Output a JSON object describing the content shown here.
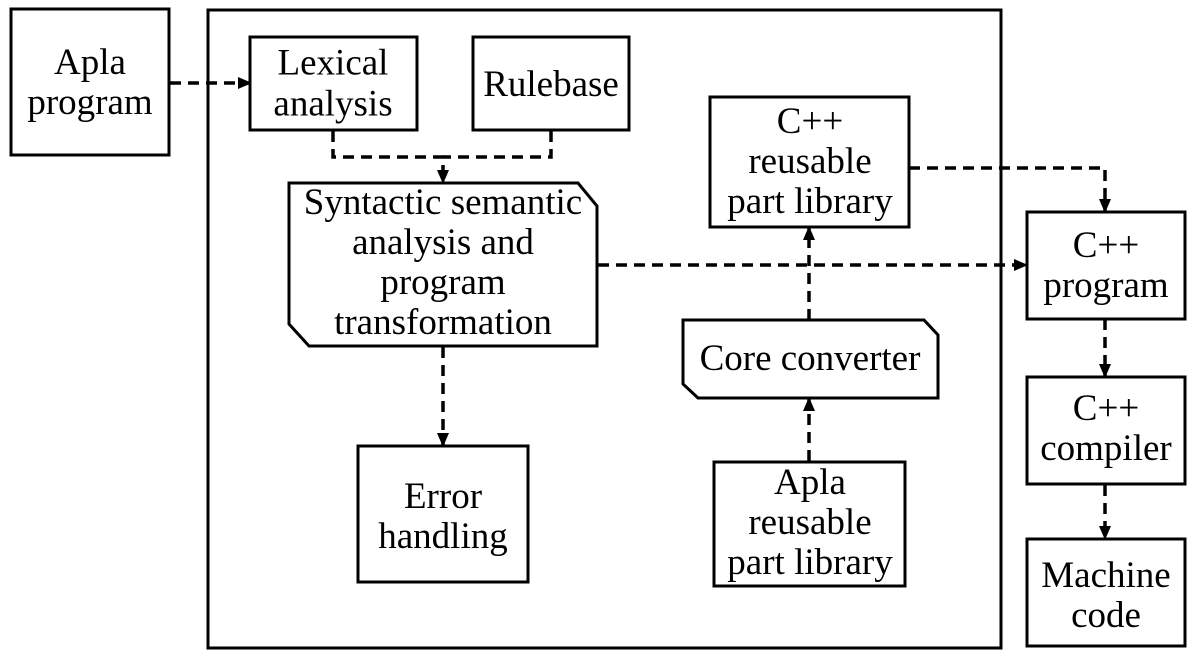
{
  "nodes": {
    "apla_program": {
      "lines": [
        "Apla",
        "program"
      ]
    },
    "lexical_analysis": {
      "lines": [
        "Lexical",
        "analysis"
      ]
    },
    "rulebase": {
      "lines": [
        "Rulebase"
      ]
    },
    "syntactic_semantic": {
      "lines": [
        "Syntactic semantic",
        "analysis and",
        "program",
        "transformation"
      ]
    },
    "error_handling": {
      "lines": [
        "Error",
        "handling"
      ]
    },
    "cpp_library": {
      "lines": [
        "C++",
        "reusable",
        "part library"
      ]
    },
    "core_converter": {
      "lines": [
        "Core converter"
      ]
    },
    "apla_library": {
      "lines": [
        "Apla",
        "reusable",
        "part library"
      ]
    },
    "cpp_program": {
      "lines": [
        "C++",
        "program"
      ]
    },
    "cpp_compiler": {
      "lines": [
        "C++",
        "compiler"
      ]
    },
    "machine_code": {
      "lines": [
        "Machine",
        "code"
      ]
    }
  },
  "edges": [
    {
      "from": "apla_program",
      "to": "lexical_analysis"
    },
    {
      "from": "lexical_analysis",
      "to": "syntactic_semantic"
    },
    {
      "from": "rulebase",
      "to": "syntactic_semantic"
    },
    {
      "from": "syntactic_semantic",
      "to": "error_handling"
    },
    {
      "from": "syntactic_semantic",
      "to": "cpp_program"
    },
    {
      "from": "apla_library",
      "to": "core_converter"
    },
    {
      "from": "core_converter",
      "to": "cpp_library"
    },
    {
      "from": "cpp_library",
      "to": "cpp_program"
    },
    {
      "from": "cpp_program",
      "to": "cpp_compiler"
    },
    {
      "from": "cpp_compiler",
      "to": "machine_code"
    }
  ]
}
